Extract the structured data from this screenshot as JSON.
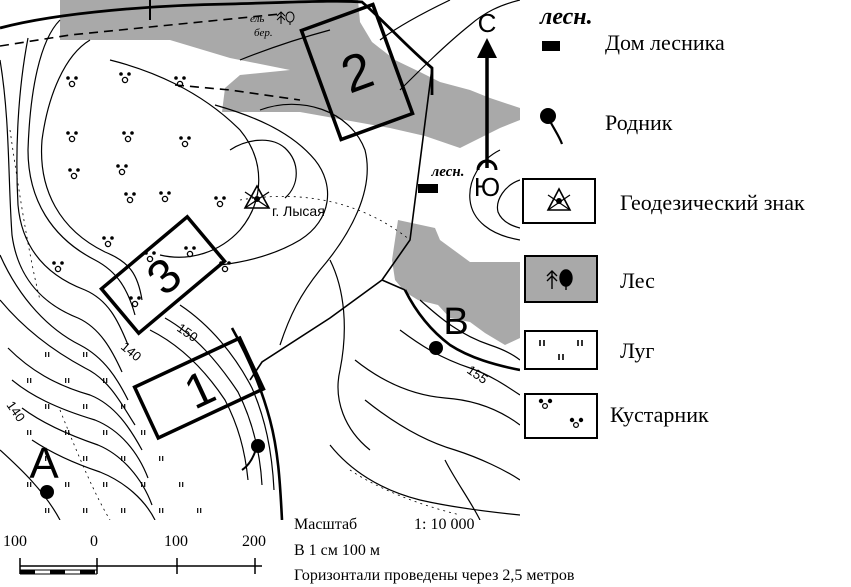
{
  "map": {
    "zones": [
      {
        "id": "1",
        "label": "1"
      },
      {
        "id": "2",
        "label": "2"
      },
      {
        "id": "3",
        "label": "3"
      }
    ],
    "points": [
      {
        "id": "A",
        "label": "A"
      },
      {
        "id": "B",
        "label": "B"
      }
    ],
    "north_label": "С",
    "south_label": "Ю",
    "summit_label": "г. Лысая",
    "forest_house_label": "лесн.",
    "forest_type_label": "ель бер.",
    "contour_labels": [
      "150",
      "140",
      "140",
      "155"
    ]
  },
  "legend": {
    "header": "лесн.",
    "items": [
      {
        "symbol": "forester-house-icon",
        "label": "Дом лесника"
      },
      {
        "symbol": "spring-icon",
        "label": "Родник"
      },
      {
        "symbol": "geodetic-sign-icon",
        "label": "Геодезический знак"
      },
      {
        "symbol": "forest-icon",
        "label": "Лес"
      },
      {
        "symbol": "meadow-icon",
        "label": "Луг"
      },
      {
        "symbol": "shrub-icon",
        "label": "Кустарник"
      }
    ]
  },
  "scale": {
    "ticks": [
      "100",
      "0",
      "100",
      "200"
    ],
    "scale_label": "Масштаб",
    "scale_ratio": "1: 10 000",
    "per_cm": "В 1 см 100 м",
    "contour_interval": "Горизонтали проведены через 2,5 метров"
  },
  "colors": {
    "forest": "#a9a9a9",
    "ink": "#000000",
    "paper": "#ffffff"
  }
}
